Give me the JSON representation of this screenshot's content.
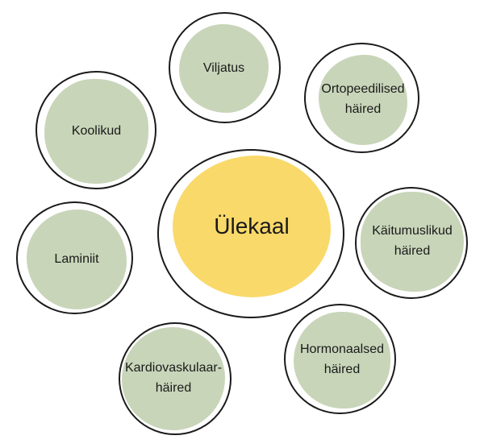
{
  "center": {
    "label": "Ülekaal"
  },
  "nodes": [
    {
      "id": "viljatus",
      "label": "Viljatus"
    },
    {
      "id": "ortopeedilised",
      "label": "Ortopeedilised\nhäired"
    },
    {
      "id": "koolikud",
      "label": "Koolikud"
    },
    {
      "id": "kaitumuslikud",
      "label": "Käitumuslikud\nhäired"
    },
    {
      "id": "laminiit",
      "label": "Laminiit"
    },
    {
      "id": "hormonaalsed",
      "label": "Hormonaalsed\nhäired"
    },
    {
      "id": "kardiovaskulaar",
      "label": "Kardiovaskulaar-\nhäired"
    }
  ],
  "colors": {
    "center_fill": "#f9d96a",
    "node_fill": "#c8d5b9",
    "outline": "#1a1a1a",
    "text": "#1a1a1a",
    "background": "#ffffff"
  }
}
